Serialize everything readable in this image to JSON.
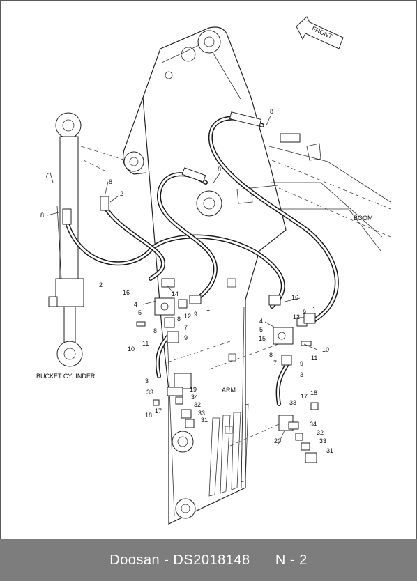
{
  "labels": {
    "front": "FRONT",
    "boom": "BOOM",
    "arm": "ARM",
    "bucket_cylinder": "BUCKET CYLINDER"
  },
  "callouts": [
    {
      "id": "c8a",
      "text": "8"
    },
    {
      "id": "c8b",
      "text": "8"
    },
    {
      "id": "c8c",
      "text": "8"
    },
    {
      "id": "c8d",
      "text": "8"
    },
    {
      "id": "c2a",
      "text": "2"
    },
    {
      "id": "c2b",
      "text": "2"
    },
    {
      "id": "c16a",
      "text": "16"
    },
    {
      "id": "c14",
      "text": "14"
    },
    {
      "id": "c4a",
      "text": "4"
    },
    {
      "id": "c5a",
      "text": "5"
    },
    {
      "id": "c12a",
      "text": "12"
    },
    {
      "id": "c9a",
      "text": "9"
    },
    {
      "id": "c1a",
      "text": "1"
    },
    {
      "id": "c8e",
      "text": "8"
    },
    {
      "id": "c8f",
      "text": "8"
    },
    {
      "id": "c7a",
      "text": "7"
    },
    {
      "id": "c9b",
      "text": "9"
    },
    {
      "id": "c10a",
      "text": "10"
    },
    {
      "id": "c11a",
      "text": "11"
    },
    {
      "id": "c3a",
      "text": "3"
    },
    {
      "id": "c33a",
      "text": "33"
    },
    {
      "id": "c19",
      "text": "19"
    },
    {
      "id": "c34a",
      "text": "34"
    },
    {
      "id": "c17a",
      "text": "17"
    },
    {
      "id": "c32a",
      "text": "32"
    },
    {
      "id": "c18a",
      "text": "18"
    },
    {
      "id": "c33b",
      "text": "33"
    },
    {
      "id": "c31a",
      "text": "31"
    },
    {
      "id": "c16b",
      "text": "16"
    },
    {
      "id": "c9c",
      "text": "9"
    },
    {
      "id": "c1b",
      "text": "1"
    },
    {
      "id": "c4b",
      "text": "4"
    },
    {
      "id": "c12b",
      "text": "12"
    },
    {
      "id": "c5b",
      "text": "5"
    },
    {
      "id": "c15",
      "text": "15"
    },
    {
      "id": "c8g",
      "text": "8"
    },
    {
      "id": "c10b",
      "text": "10"
    },
    {
      "id": "c11b",
      "text": "11"
    },
    {
      "id": "c7b",
      "text": "7"
    },
    {
      "id": "c9d",
      "text": "9"
    },
    {
      "id": "c3b",
      "text": "3"
    },
    {
      "id": "c18b",
      "text": "18"
    },
    {
      "id": "c17b",
      "text": "17"
    },
    {
      "id": "c33c",
      "text": "33"
    },
    {
      "id": "c34b",
      "text": "34"
    },
    {
      "id": "c32b",
      "text": "32"
    },
    {
      "id": "c33d",
      "text": "33"
    },
    {
      "id": "c20",
      "text": "20"
    },
    {
      "id": "c31b",
      "text": "31"
    }
  ],
  "footer": {
    "text": "Doosan - DS2018148      N - 2"
  }
}
